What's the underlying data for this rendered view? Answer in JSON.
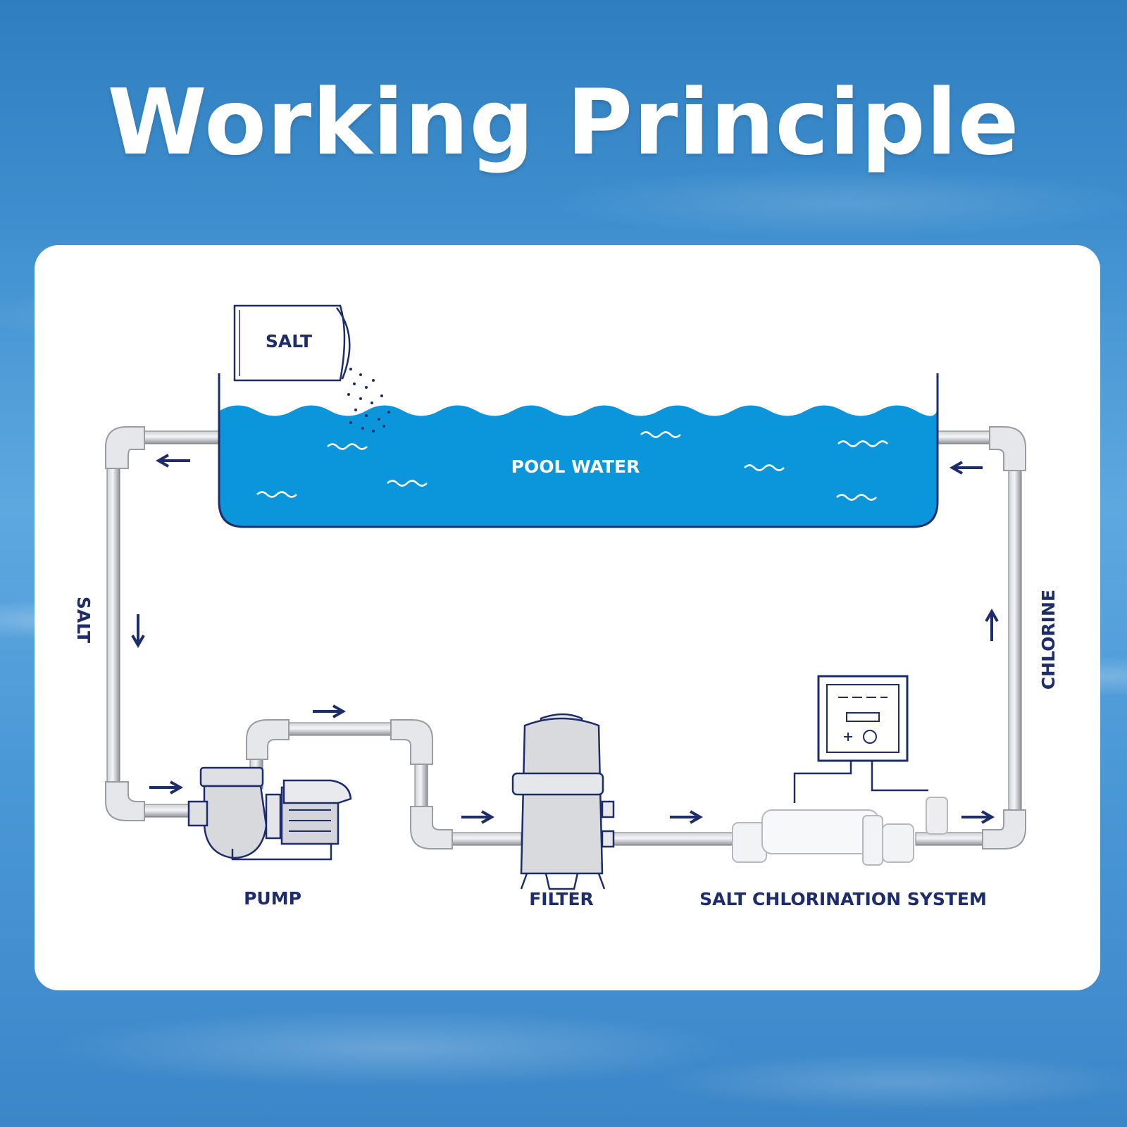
{
  "title": "Working Principle",
  "labels": {
    "salt_bag": "SALT",
    "pool_water": "POOL WATER",
    "salt_pipe": "SALT",
    "chlorine_pipe": "CHLORINE",
    "pump": "PUMP",
    "filter": "FILTER",
    "chlorinator": "SALT CHLORINATION SYSTEM"
  },
  "colors": {
    "navy": "#1d2c6b",
    "water": "#0b96dc",
    "pipe": "#a9abb2",
    "fitting": "#e8e9ec"
  }
}
